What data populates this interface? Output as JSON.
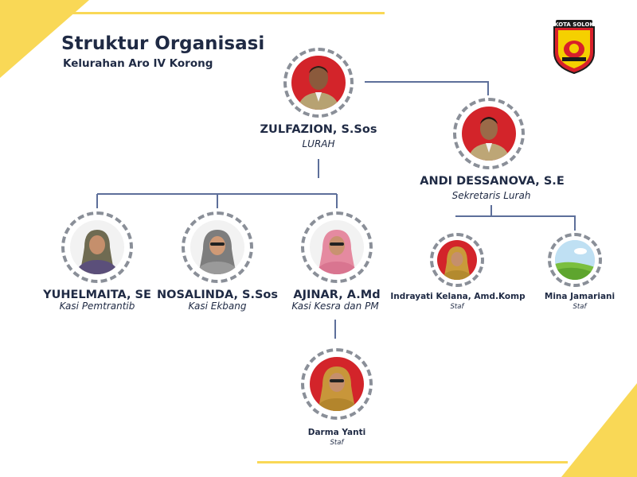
{
  "title": "Struktur Organisasi",
  "subtitle": "Kelurahan Aro IV Korong",
  "logo": {
    "text": "KOTA SOLOK",
    "icon": "city-emblem-icon",
    "colors": [
      "#f5d000",
      "#d8202a",
      "#1b1b1b"
    ]
  },
  "colors": {
    "accent": "#f9d856",
    "text": "#1f2a44",
    "line": "#5d6f9a"
  },
  "nodes": [
    {
      "id": "lurah",
      "name": "ZULFAZION, S.Sos",
      "role": "LURAH",
      "photo": "portrait-man-icon"
    },
    {
      "id": "sekretaris",
      "name": "ANDI DESSANOVA, S.E",
      "role": "Sekretaris Lurah",
      "photo": "portrait-man-icon"
    },
    {
      "id": "kasi-pemtrantib",
      "name": "YUHELMAITA, SE",
      "role": "Kasi Pemtrantib",
      "photo": "portrait-woman-icon"
    },
    {
      "id": "kasi-ekbang",
      "name": "NOSALINDA, S.Sos",
      "role": "Kasi Ekbang",
      "photo": "portrait-woman-icon"
    },
    {
      "id": "kasi-kesra",
      "name": "AJINAR, A.Md",
      "role": "Kasi Kesra dan PM",
      "photo": "portrait-woman-icon"
    },
    {
      "id": "staf-indrayati",
      "name": "Indrayati Kelana, Amd.Komp",
      "role": "Staf",
      "photo": "portrait-woman-icon"
    },
    {
      "id": "staf-mina",
      "name": "Mina Jamariani",
      "role": "Staf",
      "photo": "landscape-placeholder-icon"
    },
    {
      "id": "staf-darma",
      "name": "Darma Yanti",
      "role": "Staf",
      "photo": "portrait-woman-icon"
    }
  ],
  "edges": [
    [
      "lurah",
      "sekretaris"
    ],
    [
      "lurah",
      "kasi-pemtrantib"
    ],
    [
      "lurah",
      "kasi-ekbang"
    ],
    [
      "lurah",
      "kasi-kesra"
    ],
    [
      "kasi-kesra",
      "staf-darma"
    ],
    [
      "sekretaris",
      "staf-indrayati"
    ],
    [
      "sekretaris",
      "staf-mina"
    ]
  ]
}
